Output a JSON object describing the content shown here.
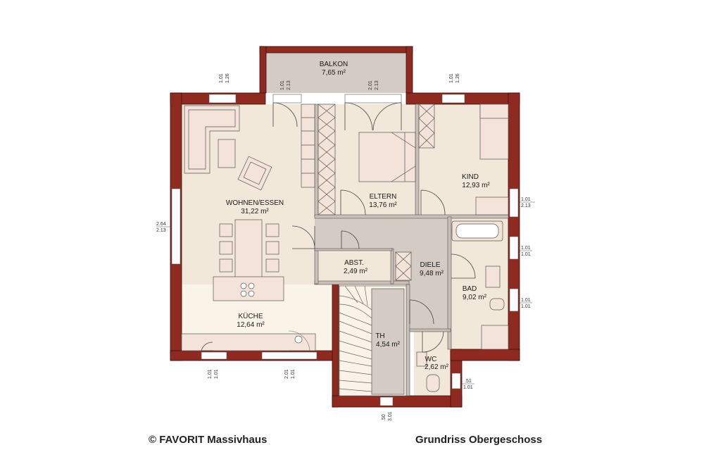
{
  "rooms": {
    "balkon": {
      "name": "BALKON",
      "area": "7,65 m²"
    },
    "wohnen": {
      "name": "WOHNEN/ESSEN",
      "area": "31,22 m²"
    },
    "eltern": {
      "name": "ELTERN",
      "area": "13,76 m²"
    },
    "kind": {
      "name": "KIND",
      "area": "12,93 m²"
    },
    "abst": {
      "name": "ABST.",
      "area": "2,49 m²"
    },
    "diele": {
      "name": "DIELE",
      "area": "9,48 m²"
    },
    "bad": {
      "name": "BAD",
      "area": "9,02 m²"
    },
    "kueche": {
      "name": "KÜCHE",
      "area": "12,64 m²"
    },
    "th": {
      "name": "TH",
      "area": "4,54 m²"
    },
    "wc": {
      "name": "WC",
      "area": "2,62 m²"
    }
  },
  "openings": {
    "top_left": {
      "w": "1.01",
      "h": "1.26"
    },
    "balkon_left": {
      "w": "1.01",
      "h": "2.13"
    },
    "balkon_right": {
      "w": "2.01",
      "h": "2.13"
    },
    "top_right": {
      "w": "1.01",
      "h": "1.26"
    },
    "left_wall": {
      "w": "2.64",
      "h": "2.13"
    },
    "kind_right": {
      "w": "1.01",
      "h": "2.13"
    },
    "bad_right_1": {
      "w": "1.01",
      "h": "1.01"
    },
    "bad_right_2": {
      "w": "1.01",
      "h": "1.01"
    },
    "wc_right": {
      "w": ".51",
      "h": "1.01"
    },
    "bottom_left": {
      "w": "1.01",
      "h": "1.01"
    },
    "bottom_mid": {
      "w": "2.01",
      "h": "1.01"
    },
    "bottom_th": {
      "w": ".50",
      "h": "3.01"
    }
  },
  "footer": {
    "copyright": "© FAVORIT Massivhaus",
    "title": "Grundriss Obergeschoss"
  },
  "colors": {
    "wall": "#8e2a1f",
    "floor_living": "#f1e8d9",
    "floor_light": "#faf3e8",
    "floor_grey": "#d4ccc4",
    "furniture": "#f3e3d8"
  }
}
